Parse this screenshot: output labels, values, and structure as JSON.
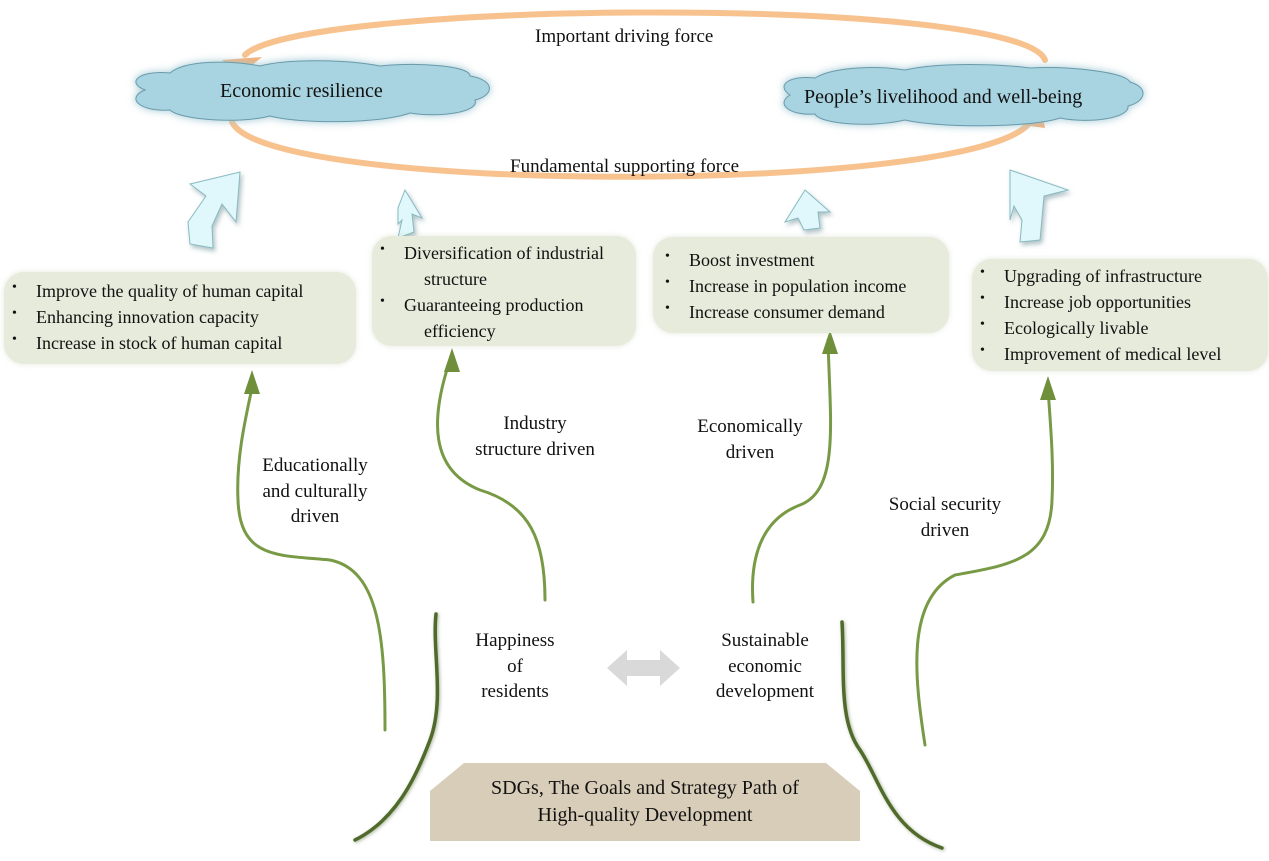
{
  "top": {
    "left_cloud": "Economic resilience",
    "right_cloud": "People’s livelihood and well-being",
    "top_arrow_label": "Important driving force",
    "bottom_arrow_label": "Fundamental supporting force"
  },
  "boxes": [
    {
      "items": [
        "Improve the quality of human capital",
        "Enhancing innovation capacity",
        "Increase in stock of human capital"
      ]
    },
    {
      "items": [
        "Diversification of industrial",
        "structure",
        "Guaranteeing production",
        "efficiency"
      ]
    },
    {
      "items": [
        "Boost investment",
        "Increase in population income",
        "Increase consumer demand"
      ]
    },
    {
      "items": [
        "Upgrading of infrastructure",
        "Increase job opportunities",
        "Ecologically livable",
        "Improvement of medical level"
      ]
    }
  ],
  "drivers": [
    {
      "lines": [
        "Educationally",
        "and culturally",
        "driven"
      ]
    },
    {
      "lines": [
        "Industry",
        "structure driven"
      ]
    },
    {
      "lines": [
        "Economically",
        "driven"
      ]
    },
    {
      "lines": [
        "Social security",
        "driven"
      ]
    }
  ],
  "center": {
    "left": [
      "Happiness",
      "of",
      "residents"
    ],
    "right": [
      "Sustainable",
      "economic",
      "development"
    ]
  },
  "base": {
    "line1": "SDGs, The Goals and Strategy Path of",
    "line2": "High-quality Development"
  },
  "colors": {
    "orange_arrow": "#f8c28f",
    "cloud_fill": "#a8d3e0",
    "box_fill": "#e6ebdb",
    "green_arrow": "#6f8f3a",
    "base_fill": "#d8cdb8",
    "up_arrow_fill": "#e0f8fb"
  }
}
